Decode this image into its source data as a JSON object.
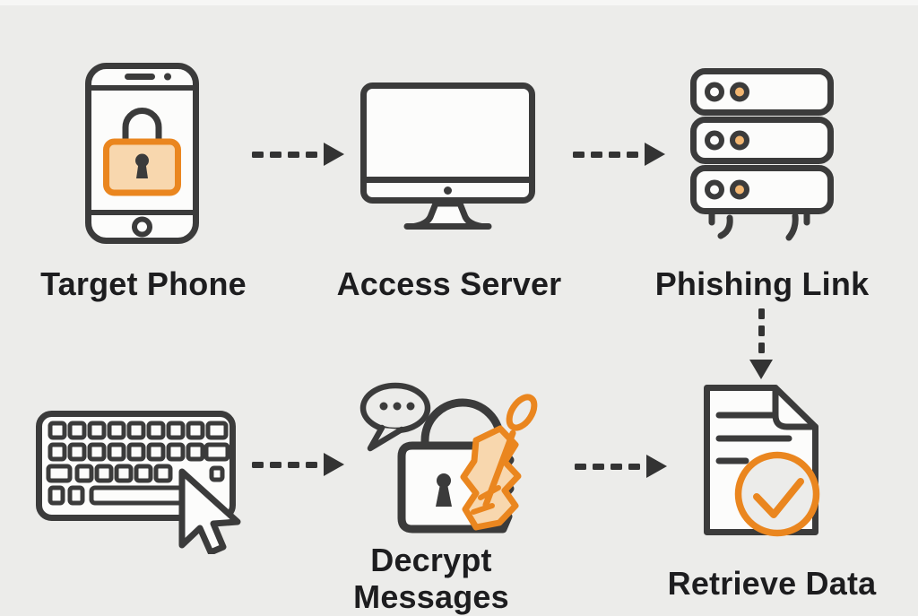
{
  "diagram": {
    "type": "flow-diagram",
    "nodes": {
      "target_phone": {
        "label": "Target Phone",
        "icon": "phone-lock-icon"
      },
      "access_server": {
        "label": "Access Server",
        "icon": "desktop-monitor-icon"
      },
      "phishing_link": {
        "label": "Phishing Link",
        "icon": "server-stack-icon"
      },
      "keyboard_input": {
        "label": "",
        "icon": "keyboard-cursor-icon"
      },
      "decrypt_messages": {
        "label": "Decrypt Messages",
        "label_line1": "Decrypt",
        "label_line2": "Messages",
        "icon": "padlock-chat-broken-key-icon"
      },
      "retrieve_data": {
        "label": "Retrieve Data",
        "icon": "document-check-icon"
      }
    },
    "connections": [
      {
        "from": "target_phone",
        "to": "access_server",
        "direction": "right",
        "style": "dashed"
      },
      {
        "from": "access_server",
        "to": "phishing_link",
        "direction": "right",
        "style": "dashed"
      },
      {
        "from": "phishing_link",
        "to": "retrieve_data",
        "direction": "down",
        "style": "dashed"
      },
      {
        "from": "keyboard_input",
        "to": "decrypt_messages",
        "direction": "right",
        "style": "dashed"
      },
      {
        "from": "decrypt_messages",
        "to": "retrieve_data",
        "direction": "right",
        "style": "dashed"
      }
    ]
  },
  "colors": {
    "background": "#ececea",
    "outline": "#3b3b3b",
    "text": "#1d1d1f",
    "dash": "#333333",
    "orange": "#ea861f",
    "orange_light": "#f8d7ae",
    "orange_mid": "#f1b570",
    "icon_fill": "#fcfcfb"
  }
}
